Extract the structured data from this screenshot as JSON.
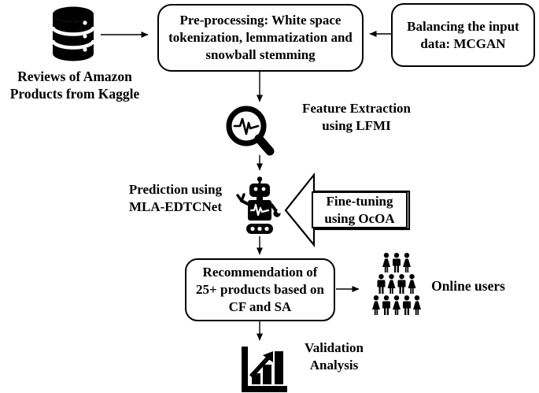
{
  "figure": {
    "background": "#ffffff",
    "ink": "#000000",
    "dataset": {
      "label": "Reviews of Amazon Products from Kaggle",
      "icon": "database-icon"
    },
    "preprocessing": {
      "label": "Pre-processing: White space tokenization, lemmatization and snowball stemming"
    },
    "balancing": {
      "label": "Balancing the input data: MCGAN"
    },
    "feature_extraction": {
      "label": "Feature Extraction using LFMI",
      "icon": "magnifier-pulse-icon"
    },
    "prediction": {
      "label": "Prediction using MLA-EDTCNet",
      "icon": "robot-icon"
    },
    "fine_tuning": {
      "label": "Fine-tuning using OcOA"
    },
    "recommendation": {
      "label": "Recommendation of 25+ products based on CF and SA"
    },
    "online_users": {
      "label": "Online users",
      "icon": "crowd-icon"
    },
    "validation": {
      "label": "Validation Analysis",
      "icon": "bar-chart-icon"
    }
  }
}
